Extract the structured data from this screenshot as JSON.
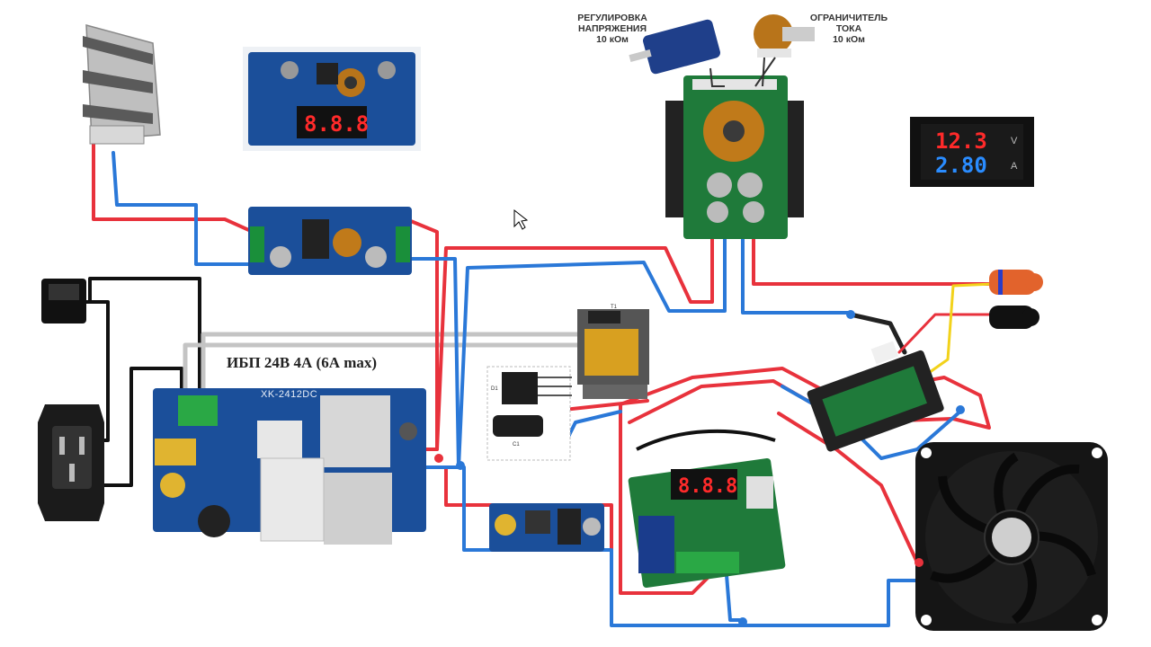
{
  "labels": {
    "voltage_pot": [
      "РЕГУЛИРОВКА",
      "НАПРЯЖЕНИЯ",
      "10 кОм"
    ],
    "current_pot": [
      "ОГРАНИЧИТЕЛЬ",
      "ТОКА",
      "10 кОм"
    ],
    "psu_title": "ИБП 24В 4А (6А max)",
    "psu_model": "XK-2412DC",
    "transformer_tag": "T1",
    "bridge_tag": "D1",
    "cap_tag": "C1"
  },
  "displays": {
    "meter_voltage": "12.3",
    "meter_voltage_unit": "V",
    "meter_current": "2.80",
    "meter_current_unit": "A",
    "module_display": "8.8.8",
    "thermostat_display": "8.8.8"
  },
  "colors": {
    "wire_positive": "#e8323c",
    "wire_negative": "#2a78d8",
    "wire_ac": "#111111",
    "wire_gray": "#bdbdbd",
    "wire_yellow": "#f2d21b",
    "pcb_blue": "#1b4f9a",
    "pcb_green": "#1f7a3a",
    "meter_red": "#ff2a2a",
    "meter_blue": "#2a8cff"
  }
}
